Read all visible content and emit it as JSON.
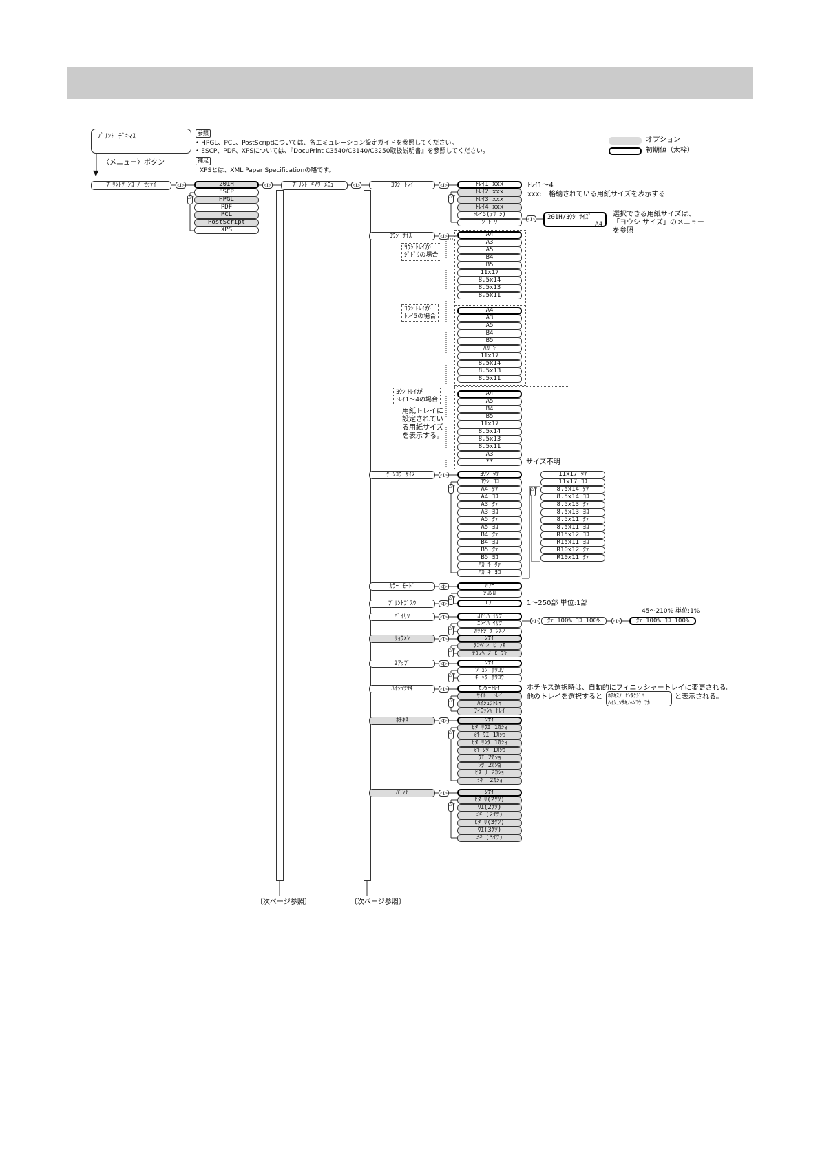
{
  "root": {
    "label": "ﾌﾟﾘﾝﾄ ﾃﾞｷﾏｽ",
    "button_label": "〈メニュー〉ボタン"
  },
  "notes": {
    "ref_tag": "参照",
    "ref_lines": [
      "• HPGL、PCL、PostScriptについては、各エミュレーション設定ガイドを参照してください。",
      "• ESCP、PDF、XPSについては、『DocuPrint C3540/C3140/C3250取扱説明書』を参照してください。"
    ],
    "supp_tag": "補足",
    "supp_line": "XPSとは、XML Paper Specificationの略です。"
  },
  "legend": {
    "option": "オプション",
    "default": "初期値（太枠）"
  },
  "level1": {
    "label": "ﾌﾟﾘﾝﾄｹﾞﾝｺﾞﾉ ｾｯﾃｲ"
  },
  "languages": [
    {
      "label": "201H",
      "opt": true,
      "def": true
    },
    {
      "label": "ESCP",
      "opt": false,
      "def": false
    },
    {
      "label": "HPGL",
      "opt": true,
      "def": false
    },
    {
      "label": "PDF",
      "opt": false,
      "def": false
    },
    {
      "label": "PCL",
      "opt": true,
      "def": false
    },
    {
      "label": "PostScript",
      "opt": true,
      "def": false
    },
    {
      "label": "XPS",
      "opt": false,
      "def": false
    }
  ],
  "function_menu": {
    "label": "ﾌﾟﾘﾝﾄ ｷﾉｳ ﾒﾆｭｰ"
  },
  "next_page": "〔次ページ参照〕",
  "menus": [
    {
      "label": "ﾖｳｼ ﾄﾚｲ",
      "opt": false,
      "options": [
        {
          "label": "ﾄﾚｲ1 xxx",
          "opt": false,
          "def": true
        },
        {
          "label": "ﾄﾚｲ2 xxx",
          "opt": true,
          "def": false
        },
        {
          "label": "ﾄﾚｲ3 xxx",
          "opt": true,
          "def": false
        },
        {
          "label": "ﾄﾚｲ4 xxx",
          "opt": true,
          "def": false
        },
        {
          "label": "ﾄﾚｲ5(ﾃｻﾞｼ)",
          "opt": false,
          "def": false
        },
        {
          "label": "ｼﾞﾄﾞｳ",
          "opt": false,
          "def": false
        }
      ]
    },
    {
      "label": "ﾖｳｼ ｻｲｽﾞ",
      "opt": false
    },
    {
      "label": "ｹﾞﾝｺｳ ｻｲｽﾞ",
      "opt": false,
      "options": [
        {
          "label": "ﾖｳｼ ﾀﾃ",
          "opt": false,
          "def": true
        },
        {
          "label": "ﾖｳｼ ﾖｺ",
          "opt": false,
          "def": false
        },
        {
          "label": "A4 ﾀﾃ",
          "opt": false,
          "def": false
        },
        {
          "label": "A4 ﾖｺ",
          "opt": false,
          "def": false
        },
        {
          "label": "A3 ﾀﾃ",
          "opt": false,
          "def": false
        },
        {
          "label": "A3 ﾖｺ",
          "opt": false,
          "def": false
        },
        {
          "label": "A5 ﾀﾃ",
          "opt": false,
          "def": false
        },
        {
          "label": "A5 ﾖｺ",
          "opt": false,
          "def": false
        },
        {
          "label": "B4 ﾀﾃ",
          "opt": false,
          "def": false
        },
        {
          "label": "B4 ﾖｺ",
          "opt": false,
          "def": false
        },
        {
          "label": "B5 ﾀﾃ",
          "opt": false,
          "def": false
        },
        {
          "label": "B5 ﾖｺ",
          "opt": false,
          "def": false
        },
        {
          "label": "ﾊｶﾞｷ ﾀﾃ",
          "opt": false,
          "def": false
        },
        {
          "label": "ﾊｶﾞｷ ﾖｺ",
          "opt": false,
          "def": false
        }
      ]
    },
    {
      "label": "ｶﾗｰ ﾓｰﾄﾞ",
      "opt": false,
      "options": [
        {
          "label": "ｶﾗｰ",
          "opt": false,
          "def": true
        },
        {
          "label": "ｼﾛｸﾛ",
          "opt": false,
          "def": false
        }
      ]
    },
    {
      "label": "ﾌﾟﾘﾝﾄﾌﾞｽｳ",
      "opt": false,
      "options": [
        {
          "label": "1ﾌﾞ",
          "opt": false,
          "def": true
        }
      ]
    },
    {
      "label": "ﾊﾞｲﾘﾂ",
      "opt": false,
      "options": [
        {
          "label": "ｺﾃｲﾊﾞｲﾘﾂ",
          "opt": false,
          "def": true
        },
        {
          "label": "ﾆﾝｲﾊﾞｲﾘﾂ",
          "opt": false,
          "def": false
        },
        {
          "label": "ｶｯﾄｼﾞｹﾞﾝﾒﾝ",
          "opt": false,
          "def": false
        }
      ]
    },
    {
      "label": "ﾘｮｳﾒﾝ",
      "opt": true,
      "options": [
        {
          "label": "ｼﾅｲ",
          "opt": true,
          "def": true
        },
        {
          "label": "ﾀﾝﾍﾟﾝ ﾋﾞﾗｷ",
          "opt": true,
          "def": false
        },
        {
          "label": "ﾁｮｳﾍﾟﾝ ﾋﾞﾗｷ",
          "opt": true,
          "def": false
        }
      ]
    },
    {
      "label": "2ｱｯﾌﾟ",
      "opt": false,
      "options": [
        {
          "label": "ｼﾅｲ",
          "opt": false,
          "def": true
        },
        {
          "label": "ｼﾞｭﾝ ﾎｳｺｳ",
          "opt": false,
          "def": false
        },
        {
          "label": "ｷﾞｬｸ ﾎｳｺｳ",
          "opt": false,
          "def": false
        }
      ]
    },
    {
      "label": "ﾊｲｼｭﾂｻｷ",
      "opt": false,
      "options": [
        {
          "label": "ｾﾝﾀｰﾄﾚｲ",
          "opt": false,
          "def": true
        },
        {
          "label": "ｻｲﾄﾞ ﾄﾚｲ",
          "opt": true,
          "def": false
        },
        {
          "label": "ﾊｲｼｭﾂﾄﾚｲ",
          "opt": true,
          "def": false
        },
        {
          "label": "ﾌｨﾆｯｼｬｰﾄﾚｲ",
          "opt": true,
          "def": false
        }
      ]
    },
    {
      "label": "ﾎﾁｷｽ",
      "opt": true,
      "options": [
        {
          "label": "ｼﾅｲ",
          "opt": true,
          "def": true
        },
        {
          "label": "ﾋﾀﾞﾘｳｴ 1ｶｼｮ",
          "opt": true,
          "def": false
        },
        {
          "label": "ﾐｷﾞｳｴ 1ｶｼｮ",
          "opt": true,
          "def": false
        },
        {
          "label": "ﾋﾀﾞﾘｼﾀ 1ｶｼｮ",
          "opt": true,
          "def": false
        },
        {
          "label": "ﾐｷﾞｼﾀ 1ｶｼｮ",
          "opt": true,
          "def": false
        },
        {
          "label": "ｳｴ 2ｶｼｮ",
          "opt": true,
          "def": false
        },
        {
          "label": "ｼﾀ 2ｶｼｮ",
          "opt": true,
          "def": false
        },
        {
          "label": "ﾋﾀﾞﾘ 2ｶｼｮ",
          "opt": true,
          "def": false
        },
        {
          "label": "ﾐｷﾞ 2ｶｼｮ",
          "opt": true,
          "def": false
        }
      ]
    },
    {
      "label": "ﾊﾟﾝﾁ",
      "opt": true,
      "options": [
        {
          "label": "ｼﾅｲ",
          "opt": true,
          "def": true
        },
        {
          "label": "ﾋﾀﾞﾘ(2ｹﾂ)",
          "opt": true,
          "def": false
        },
        {
          "label": "ｳｴ(2ｹﾂ)",
          "opt": true,
          "def": false
        },
        {
          "label": "ﾐｷﾞ(2ｹﾂ)",
          "opt": true,
          "def": false
        },
        {
          "label": "ﾋﾀﾞﾘ(3ｹﾂ)",
          "opt": true,
          "def": false
        },
        {
          "label": "ｳｴ(3ｹﾂ)",
          "opt": true,
          "def": false
        },
        {
          "label": "ﾐｷﾞ(3ｹﾂ)",
          "opt": true,
          "def": false
        }
      ]
    }
  ],
  "paper_groups": [
    {
      "condition": "ﾖｳｼ ﾄﾚｲが\nｼﾞﾄﾞｳの場合",
      "items": [
        "A4",
        "A3",
        "A5",
        "B4",
        "B5",
        "11x17",
        "8.5x14",
        "8.5x13",
        "8.5x11"
      ]
    },
    {
      "condition": "ﾖｳｼ ﾄﾚｲが\nﾄﾚｲ5の場合",
      "items": [
        "A4",
        "A3",
        "A5",
        "B4",
        "B5",
        "ﾊｶﾞｷ",
        "11x17",
        "8.5x14",
        "8.5x13",
        "8.5x11"
      ]
    },
    {
      "condition": "ﾖｳｼ ﾄﾚｲが\nﾄﾚｲ1〜4の場合",
      "items": [
        "A4",
        "A5",
        "B4",
        "B5",
        "11x17",
        "8.5x14",
        "8.5x13",
        "8.5x11",
        "A3",
        "**"
      ],
      "note": "用紙トレイに\n設定されてい\nる用紙サイズ\nを表示する。",
      "unknown_label": "サイズ不明"
    }
  ],
  "gensize_extra": [
    "11x17 ﾀﾃ",
    "11x17 ﾖｺ",
    "8.5x14 ﾀﾃ",
    "8.5x14 ﾖｺ",
    "8.5x13 ﾀﾃ",
    "8.5x13 ﾖｺ",
    "8.5x11 ﾀﾃ",
    "8.5x11 ﾖｺ",
    "R15x12 ﾖｺ",
    "R15x11 ﾖｺ",
    "R10x12 ﾀﾃ",
    "R10x11 ﾀﾃ"
  ],
  "tray_notes": {
    "line1": "ﾄﾚｲ1〜4",
    "line2": "xxx:　格納されている用紙サイズを表示する"
  },
  "auto_box": {
    "line1": "201H/ﾖｳｼ ｻｲｽﾞ",
    "line2": "A4"
  },
  "auto_note": "選択できる用紙サイズは、\n「ヨウシ サイズ」のメニュー\nを参照",
  "copies_note": "1〜250部 単位:1部",
  "zoom": {
    "box1": "ﾀﾃ 100% ﾖｺ 100%",
    "box2": "ﾀﾃ 100% ﾖｺ 100%",
    "range": "45〜210% 単位:1%"
  },
  "output_note": {
    "line1": "ホチキス選択時は、自動的にフィニッシャートレイに変更される。",
    "line2_prefix": "他のトレイを選択すると",
    "box": "ﾎﾁｷｽﾉ ｾﾝﾀｸｼﾞﾊ\nﾊｲｼｭﾂｻｷﾉﾍﾝｺｳ ﾌｶ",
    "line2_suffix": "と表示される。"
  }
}
